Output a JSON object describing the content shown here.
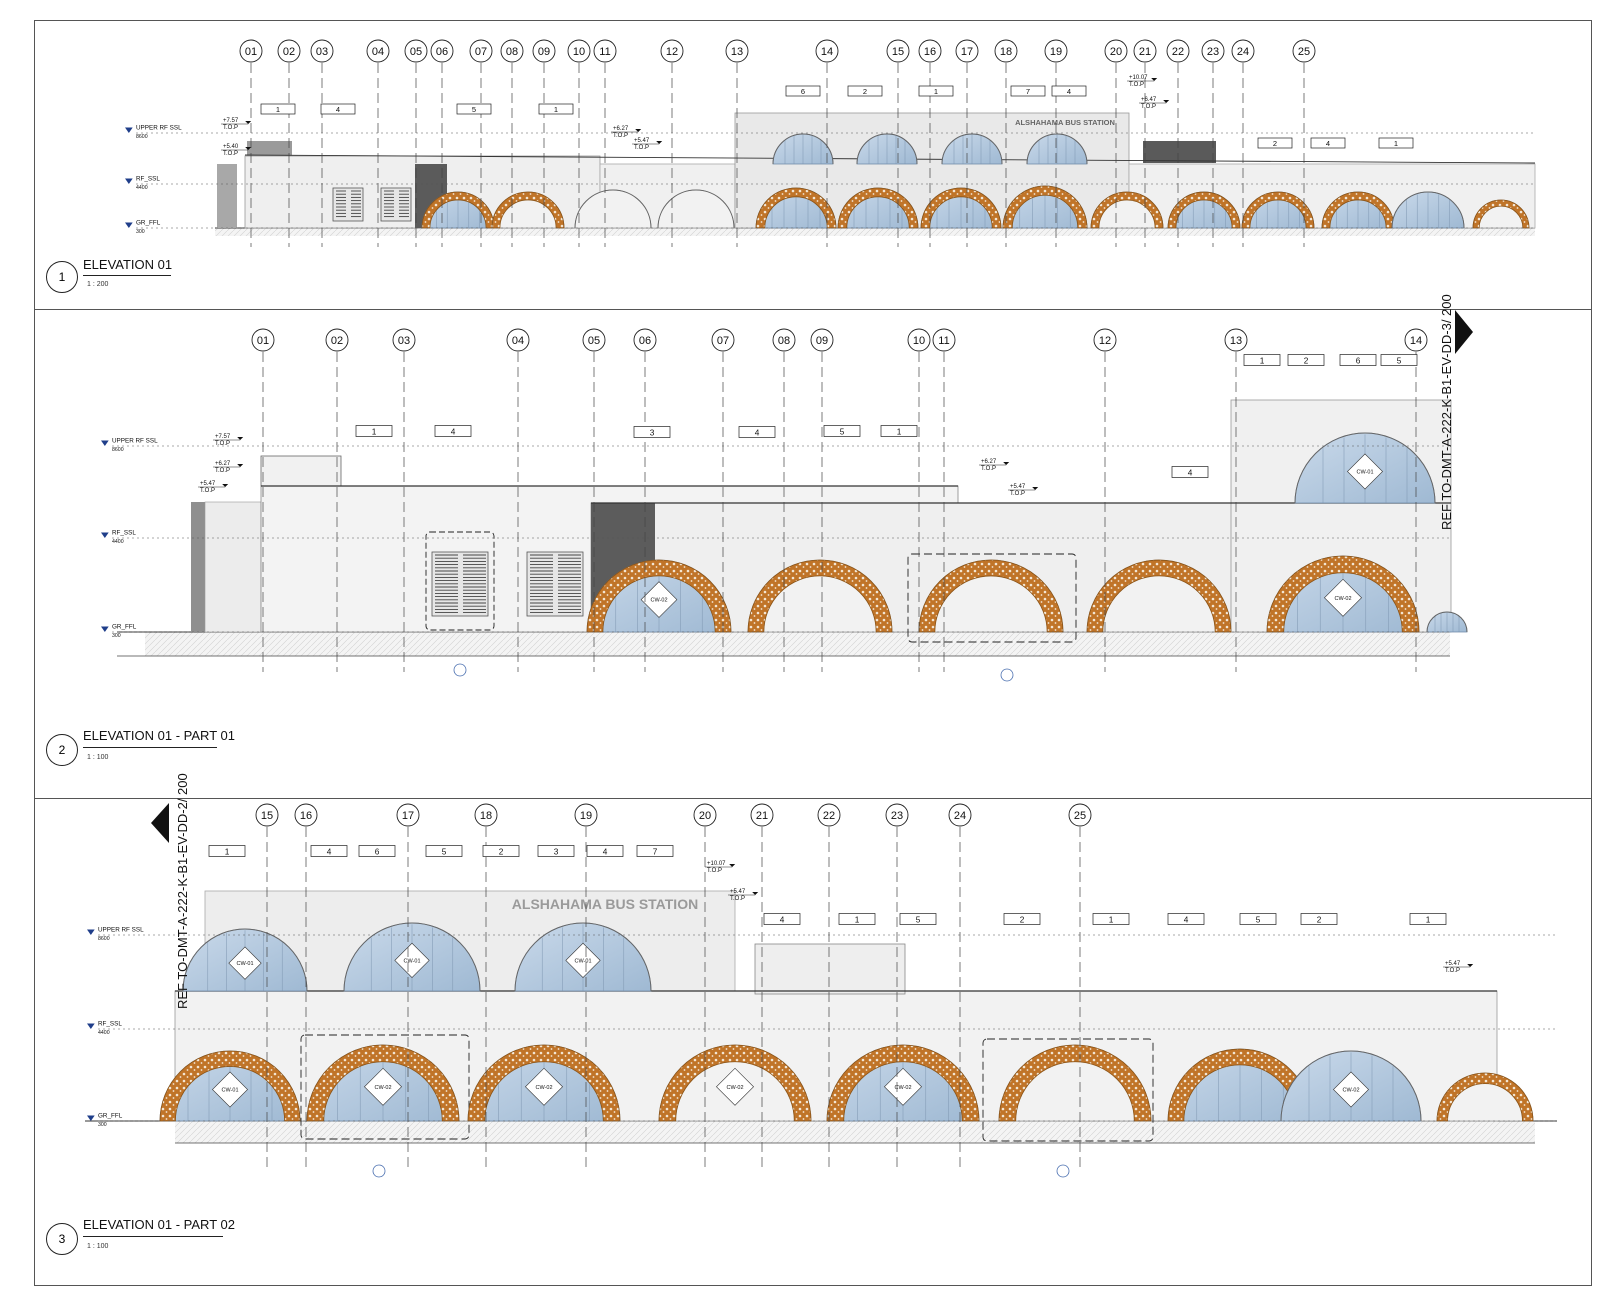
{
  "views": [
    {
      "id": "1",
      "number": "1",
      "title": "ELEVATION 01",
      "scale": "1 : 200",
      "grid": [
        "01",
        "02",
        "03",
        "04",
        "05",
        "06",
        "07",
        "08",
        "09",
        "10",
        "11",
        "12",
        "13",
        "14",
        "15",
        "16",
        "17",
        "18",
        "19",
        "20",
        "21",
        "22",
        "23",
        "24",
        "25"
      ],
      "levels": [
        {
          "name": "UPPER RF SSL",
          "value": "8600"
        },
        {
          "name": "RF_SSL",
          "value": "4400"
        },
        {
          "name": "GR_FFL",
          "value": "300"
        }
      ],
      "tags": [
        "1",
        "4",
        "5",
        "1",
        "6",
        "2",
        "1",
        "7",
        "4",
        "2",
        "4",
        "1"
      ],
      "tops": [
        "+7.57",
        "+5.40",
        "+6.27",
        "+5.47",
        "+10.07",
        "+6.47"
      ],
      "top_label": "T.O.P",
      "signage": "ALSHAHAMA BUS STATION"
    },
    {
      "id": "2",
      "number": "2",
      "title": "ELEVATION 01 - PART 01",
      "scale": "1 : 100",
      "grid": [
        "01",
        "02",
        "03",
        "04",
        "05",
        "06",
        "07",
        "08",
        "09",
        "10",
        "11",
        "12",
        "13",
        "14"
      ],
      "levels": [
        {
          "name": "UPPER RF SSL",
          "value": "8600"
        },
        {
          "name": "RF_SSL",
          "value": "4400"
        },
        {
          "name": "GR_FFL",
          "value": "300"
        }
      ],
      "tags": [
        "1",
        "4",
        "3",
        "4",
        "5",
        "1",
        "1",
        "2",
        "6",
        "5",
        "4"
      ],
      "tops": [
        "+7.57",
        "+6.27",
        "+5.47",
        "+6.27",
        "+5.47"
      ],
      "top_label": "T.O.P",
      "glazing": [
        "CW-02",
        "CW-02",
        "CW-01"
      ],
      "ref": "REF TO-DMT-A-222-K-B1-EV-DD-3/ 200"
    },
    {
      "id": "3",
      "number": "3",
      "title": "ELEVATION 01 - PART 02",
      "scale": "1 : 100",
      "grid": [
        "15",
        "16",
        "17",
        "18",
        "19",
        "20",
        "21",
        "22",
        "23",
        "24",
        "25"
      ],
      "levels": [
        {
          "name": "UPPER RF SSL",
          "value": "8600"
        },
        {
          "name": "RF_SSL",
          "value": "4400"
        },
        {
          "name": "GR_FFL",
          "value": "300"
        }
      ],
      "tags": [
        "1",
        "4",
        "6",
        "5",
        "2",
        "3",
        "4",
        "7",
        "4",
        "1",
        "5",
        "2",
        "1",
        "4",
        "5",
        "2",
        "1"
      ],
      "tops": [
        "+10.07",
        "+5.47",
        "+5.47"
      ],
      "top_label": "T.O.P",
      "glazing": [
        "CW-01",
        "CW-01",
        "CW-01",
        "CW-01",
        "CW-02",
        "CW-02",
        "CW-02",
        "CW-02",
        "CW-02"
      ],
      "signage": "ALSHAHAMA BUS STATION",
      "ref": "REF TO-DMT-A-222-K-B1-EV-DD-2/ 200"
    }
  ]
}
